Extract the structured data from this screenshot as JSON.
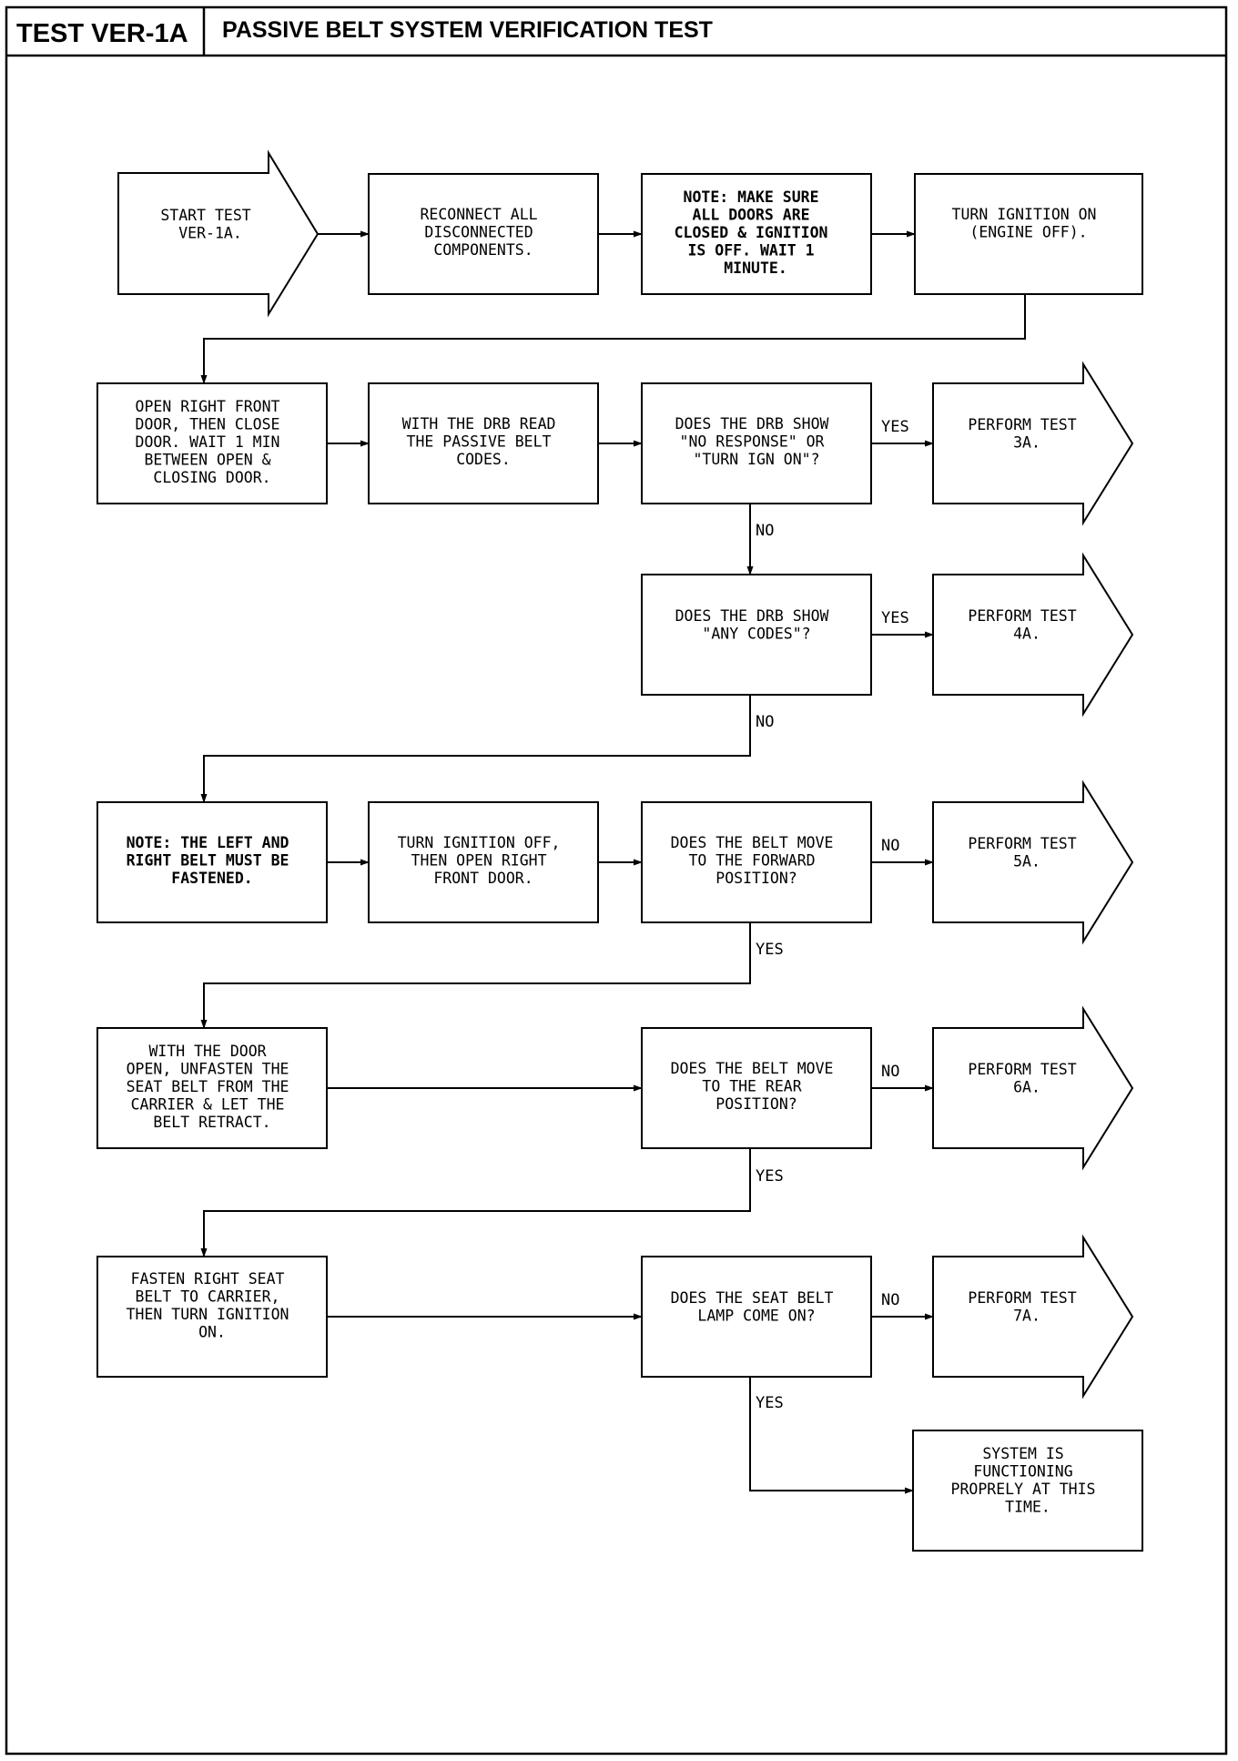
{
  "header": {
    "test_id": "TEST VER-1A",
    "title": "PASSIVE BELT SYSTEM VERIFICATION TEST"
  },
  "nodes": {
    "start": [
      "START TEST",
      "VER-1A."
    ],
    "reconnect": [
      "RECONNECT ALL",
      "DISCONNECTED",
      "COMPONENTS."
    ],
    "note_doors": [
      "NOTE: MAKE SURE",
      "ALL DOORS ARE",
      "CLOSED & IGNITION",
      "IS OFF. WAIT 1",
      "MINUTE."
    ],
    "ignition_on": [
      "TURN IGNITION ON",
      "(ENGINE OFF)."
    ],
    "open_door": [
      "OPEN RIGHT FRONT",
      "DOOR, THEN CLOSE",
      "DOOR. WAIT 1 MIN",
      "BETWEEN OPEN &",
      "CLOSING DOOR."
    ],
    "drb_read": [
      "WITH THE DRB READ",
      "THE PASSIVE BELT",
      "CODES."
    ],
    "q_no_response": [
      "DOES THE DRB SHOW",
      "\"NO RESPONSE\" OR",
      "\"TURN IGN ON\"?"
    ],
    "test_3a": [
      "PERFORM TEST",
      "3A."
    ],
    "q_any_codes": [
      "DOES THE DRB SHOW",
      "\"ANY CODES\"?"
    ],
    "test_4a": [
      "PERFORM TEST",
      "4A."
    ],
    "note_fastened": [
      "NOTE: THE LEFT AND",
      "RIGHT BELT MUST BE",
      "FASTENED."
    ],
    "ignition_off": [
      "TURN IGNITION OFF,",
      "THEN OPEN RIGHT",
      "FRONT DOOR."
    ],
    "q_forward": [
      "DOES THE BELT MOVE",
      "TO THE FORWARD",
      "POSITION?"
    ],
    "test_5a": [
      "PERFORM TEST",
      "5A."
    ],
    "unfasten": [
      "WITH THE DOOR",
      "OPEN, UNFASTEN THE",
      "SEAT BELT FROM THE",
      "CARRIER & LET THE",
      "BELT RETRACT."
    ],
    "q_rear": [
      "DOES THE BELT MOVE",
      "TO THE REAR",
      "POSITION?"
    ],
    "test_6a": [
      "PERFORM TEST",
      "6A."
    ],
    "fasten": [
      "FASTEN RIGHT SEAT",
      "BELT TO CARRIER,",
      "THEN TURN IGNITION",
      "ON."
    ],
    "q_lamp": [
      "DOES THE SEAT BELT",
      "LAMP COME ON?"
    ],
    "test_7a": [
      "PERFORM TEST",
      "7A."
    ],
    "system_ok": [
      "SYSTEM IS",
      "FUNCTIONING",
      "PROPRELY AT THIS",
      "TIME."
    ]
  },
  "edge_labels": {
    "yes_3a": "YES",
    "no_to_any_codes": "NO",
    "yes_4a": "YES",
    "no_to_note": "NO",
    "no_5a": "NO",
    "yes_to_unfasten": "YES",
    "no_6a": "NO",
    "yes_to_fasten": "YES",
    "no_7a": "NO",
    "yes_to_ok": "YES"
  }
}
